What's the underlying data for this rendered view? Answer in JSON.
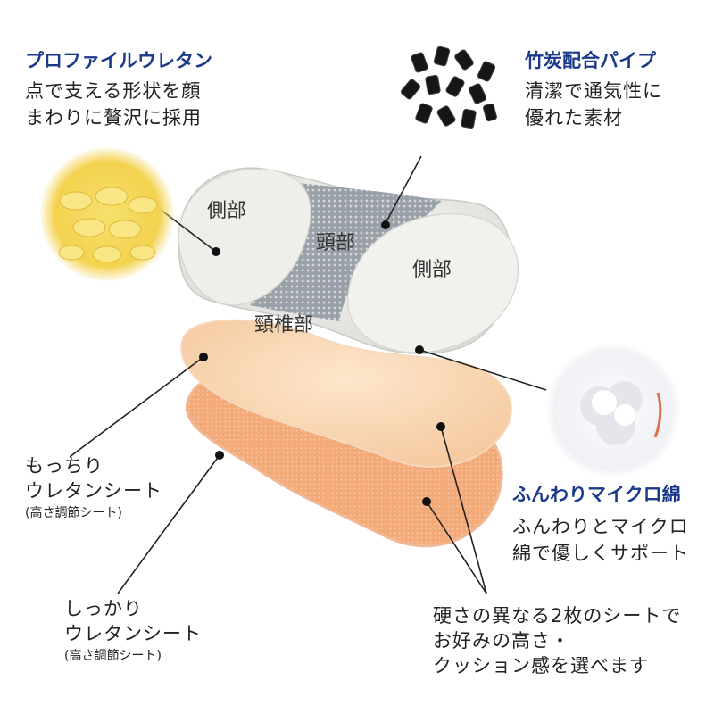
{
  "features": {
    "profile_urethane": {
      "title": "プロファイルウレタン",
      "desc_line1": "点で支える形状を顔",
      "desc_line2": "まわりに贅沢に採用"
    },
    "bamboo_pipe": {
      "title": "竹炭配合パイプ",
      "desc_line1": "清潔で通気性に",
      "desc_line2": "優れた素材"
    },
    "micro_cotton": {
      "title": "ふんわりマイクロ綿",
      "desc_line1": "ふんわりとマイクロ",
      "desc_line2": "綿で優しくサポート"
    },
    "soft_sheet": {
      "line1": "もっちり",
      "line2": "ウレタンシート",
      "note": "(高さ調節シート)"
    },
    "firm_sheet": {
      "line1": "しっかり",
      "line2": "ウレタンシート",
      "note": "(高さ調節シート)"
    },
    "sheets_note": {
      "line1": "硬さの異なる2枚のシートで",
      "line2": "お好みの高さ・",
      "line3": "クッション感を選べます"
    }
  },
  "pillow_labels": {
    "side_left": "側部",
    "head": "頭部",
    "side_right": "側部",
    "neck": "頸椎部"
  },
  "colors": {
    "heading_blue": "#1c3a8a",
    "urethane_yellow": "#f3d24e",
    "sheet_peach": "#f6cfa6",
    "sheet_orange": "#f0a978"
  }
}
